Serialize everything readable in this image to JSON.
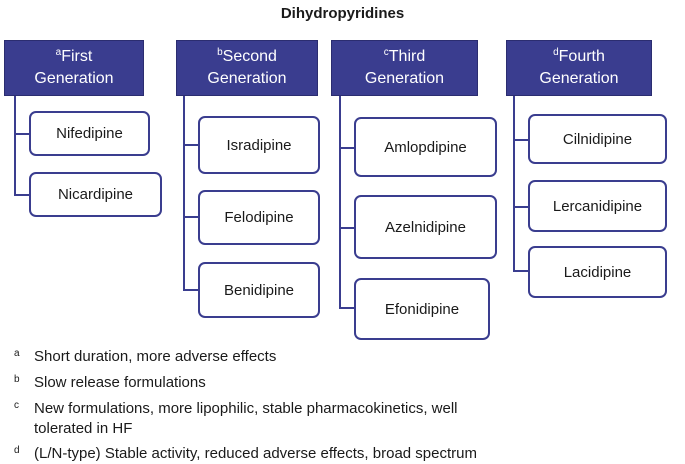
{
  "title": "Dihydropyridines",
  "generations": [
    {
      "marker": "a",
      "line1": "First",
      "line2": "Generation",
      "drugs": [
        "Nifedipine",
        "Nicardipine"
      ]
    },
    {
      "marker": "b",
      "line1": "Second",
      "line2": "Generation",
      "drugs": [
        "Isradipine",
        "Felodipine",
        "Benidipine"
      ]
    },
    {
      "marker": "c",
      "line1": "Third",
      "line2": "Generation",
      "drugs": [
        "Amlopdipine",
        "Azelnidipine",
        "Efonidipine"
      ]
    },
    {
      "marker": "d",
      "line1": "Fourth",
      "line2": "Generation",
      "drugs": [
        "Cilnidipine",
        "Lercanidipine",
        "Lacidipine"
      ]
    }
  ],
  "footnotes": [
    {
      "marker": "a",
      "lines": [
        "Short duration, more adverse effects"
      ]
    },
    {
      "marker": "b",
      "lines": [
        "Slow release formulations"
      ]
    },
    {
      "marker": "c",
      "lines": [
        "New formulations, more lipophilic, stable pharmacokinetics, well",
        "tolerated in HF"
      ]
    },
    {
      "marker": "d",
      "lines": [
        "(L/N-type) Stable activity, reduced adverse effects, broad spectrum"
      ]
    }
  ],
  "colors": {
    "header_fill": "#3a3d8f",
    "box_border": "#3a3d8f",
    "text": "#1a1a1a"
  }
}
